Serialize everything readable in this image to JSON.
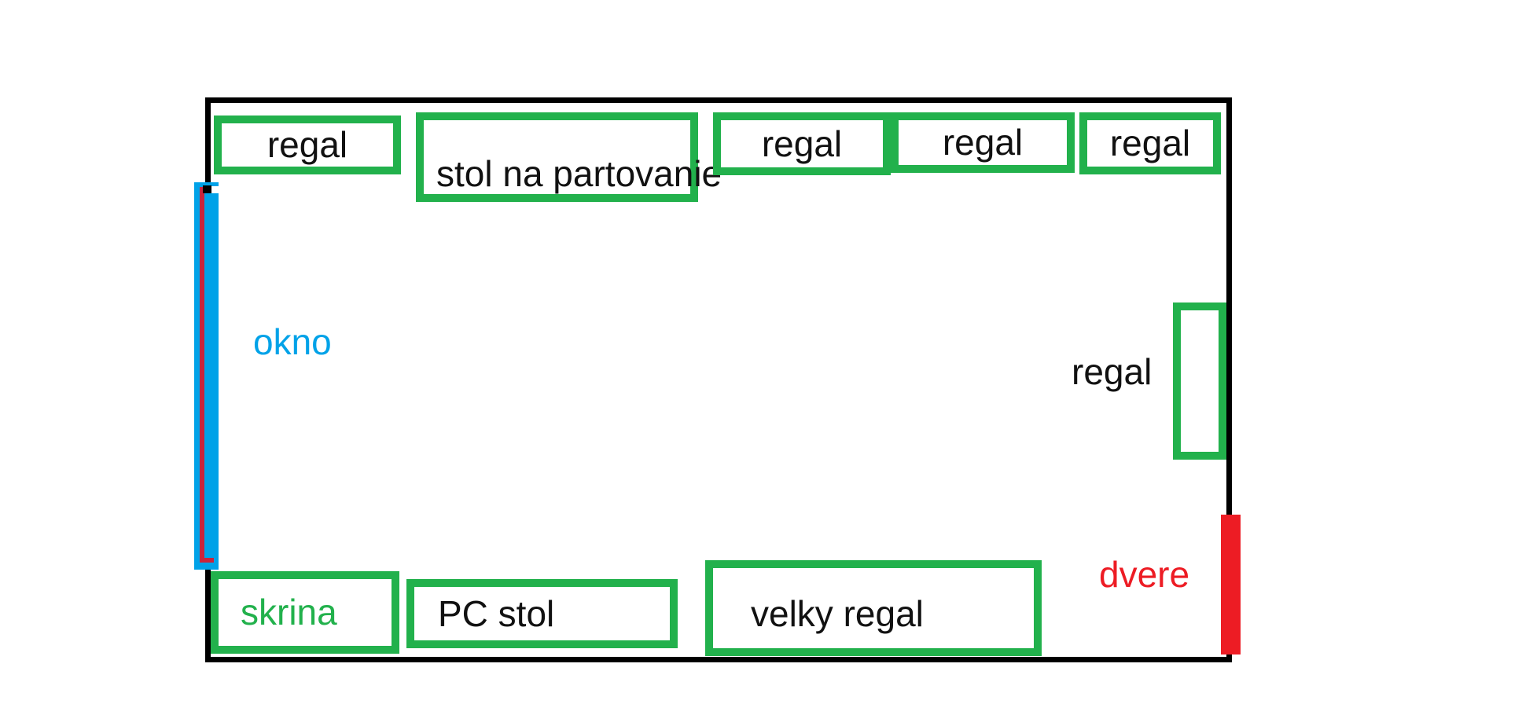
{
  "colors": {
    "wall_black": "#000000",
    "furniture_green": "#22b14c",
    "window_blue": "#00a2e8",
    "window_line_red": "#c9243c",
    "door_red": "#ed1c24",
    "label_black": "#111111"
  },
  "labels": {
    "regal_top_1": "regal",
    "stol_na_partovanie": "stol na partovanie",
    "regal_top_2": "regal",
    "regal_top_3": "regal",
    "regal_top_4": "regal",
    "regal_right": "regal",
    "okno": "okno",
    "dvere": "dvere",
    "skrina": "skrina",
    "pc_stol": "PC stol",
    "velky_regal": "velky regal"
  }
}
